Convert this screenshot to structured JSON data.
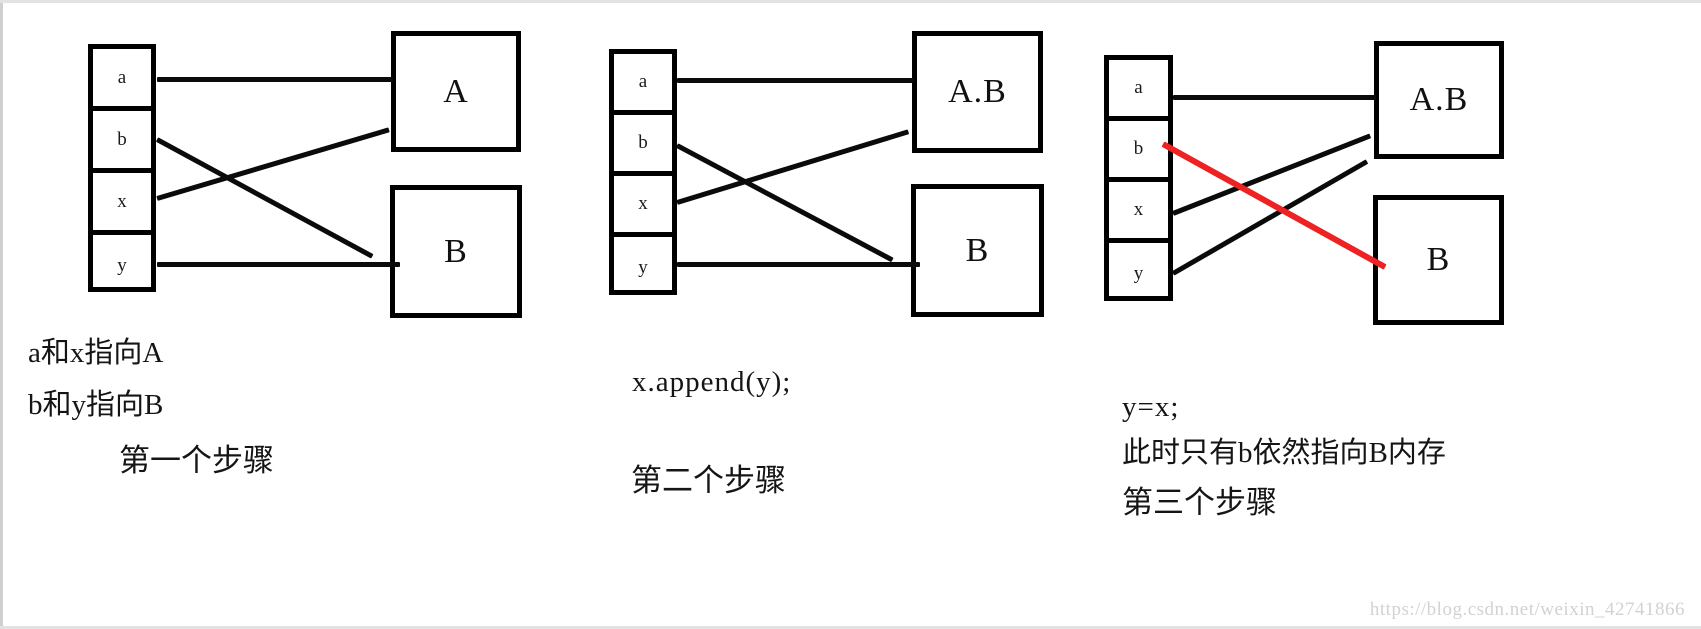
{
  "diagram": {
    "title": "Python list aliasing three-step diagram",
    "watermark": "https://blog.csdn.net/weixin_42741866",
    "colors": {
      "stroke": "#0b0b0b",
      "highlight": "#ee2222",
      "background": "#ffffff",
      "watermark": "#d2d2d2"
    },
    "panels": [
      {
        "id": "step-1",
        "variables": [
          "a",
          "b",
          "x",
          "y"
        ],
        "memory_blocks": [
          {
            "id": "mem-a",
            "label": "A"
          },
          {
            "id": "mem-b",
            "label": "B"
          }
        ],
        "edges": [
          {
            "from": "a",
            "to": "A",
            "color": "#0b0b0b"
          },
          {
            "from": "b",
            "to": "B",
            "color": "#0b0b0b"
          },
          {
            "from": "x",
            "to": "A",
            "color": "#0b0b0b"
          },
          {
            "from": "y",
            "to": "B",
            "color": "#0b0b0b"
          }
        ],
        "captions": [
          "a和x指向A",
          "b和y指向B"
        ],
        "step_label": "第一个步骤"
      },
      {
        "id": "step-2",
        "variables": [
          "a",
          "b",
          "x",
          "y"
        ],
        "memory_blocks": [
          {
            "id": "mem-a",
            "label": "A.B"
          },
          {
            "id": "mem-b",
            "label": "B"
          }
        ],
        "edges": [
          {
            "from": "a",
            "to": "A.B",
            "color": "#0b0b0b"
          },
          {
            "from": "b",
            "to": "B",
            "color": "#0b0b0b"
          },
          {
            "from": "x",
            "to": "A.B",
            "color": "#0b0b0b"
          },
          {
            "from": "y",
            "to": "B",
            "color": "#0b0b0b"
          }
        ],
        "captions": [
          "x.append(y);"
        ],
        "step_label": "第二个步骤"
      },
      {
        "id": "step-3",
        "variables": [
          "a",
          "b",
          "x",
          "y"
        ],
        "memory_blocks": [
          {
            "id": "mem-a",
            "label": "A.B"
          },
          {
            "id": "mem-b",
            "label": "B"
          }
        ],
        "edges": [
          {
            "from": "a",
            "to": "A.B",
            "color": "#0b0b0b"
          },
          {
            "from": "b",
            "to": "B",
            "color": "#ee2222"
          },
          {
            "from": "x",
            "to": "A.B",
            "color": "#0b0b0b"
          },
          {
            "from": "y",
            "to": "A.B",
            "color": "#0b0b0b"
          }
        ],
        "captions": [
          "y=x;",
          "此时只有b依然指向B内存"
        ],
        "step_label": "第三个步骤"
      }
    ]
  }
}
